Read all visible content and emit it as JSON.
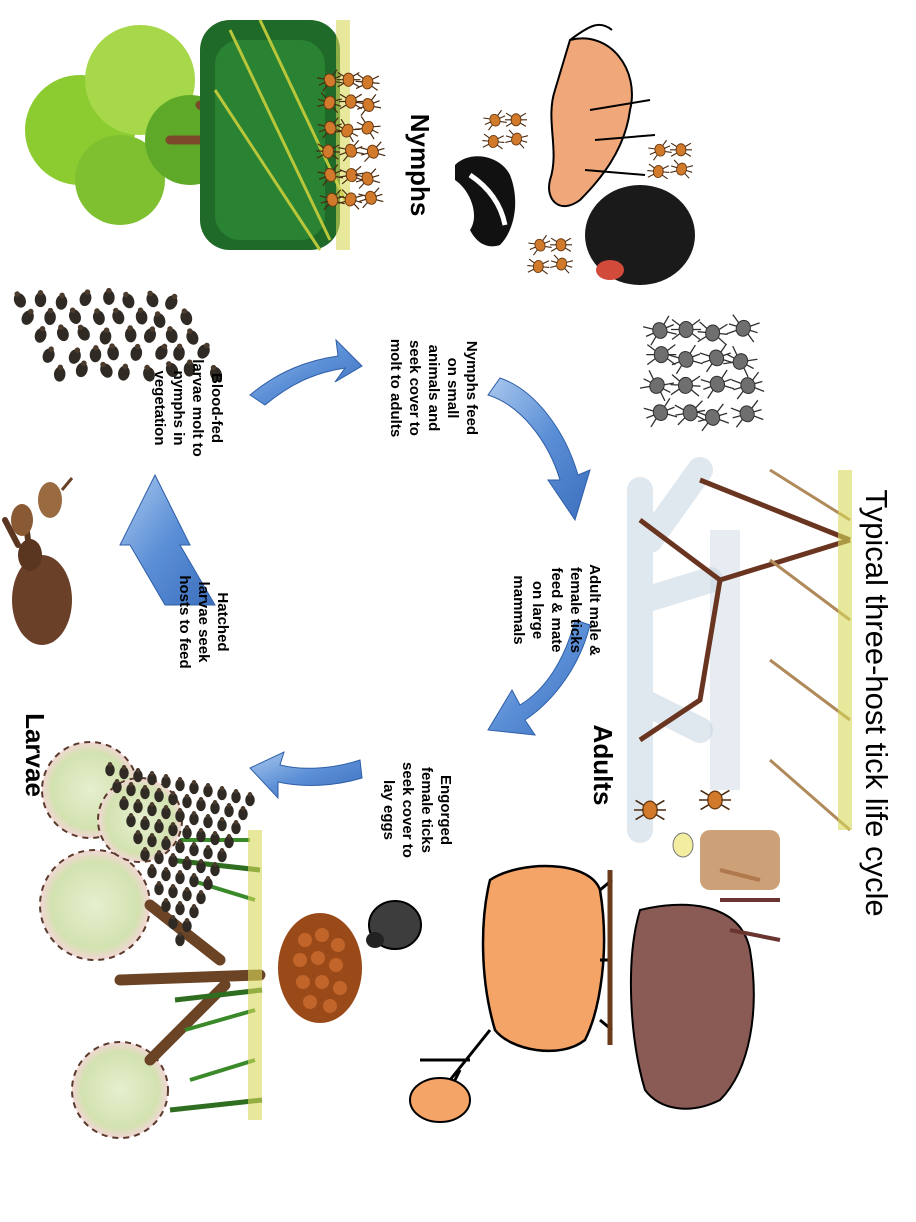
{
  "diagram": {
    "title": "Typical three-host tick life cycle",
    "stages": {
      "larvae": "Larvae",
      "nymphs": "Nymphs",
      "adults": "Adults"
    },
    "steps": [
      [
        "Hatched",
        "larvae seek",
        "hosts to feed"
      ],
      [
        "Blood-fed",
        "larvae molt to",
        "nymphs in",
        "vegetation"
      ],
      [
        "Nymphs feed",
        "on small",
        "animals and",
        "seek cover to",
        "molt to adults"
      ],
      [
        "Adult male &",
        "female ticks",
        "feed & mate",
        "on large",
        "mammals"
      ],
      [
        "Engorged",
        "female ticks",
        "seek cover to",
        "lay eggs"
      ]
    ]
  }
}
